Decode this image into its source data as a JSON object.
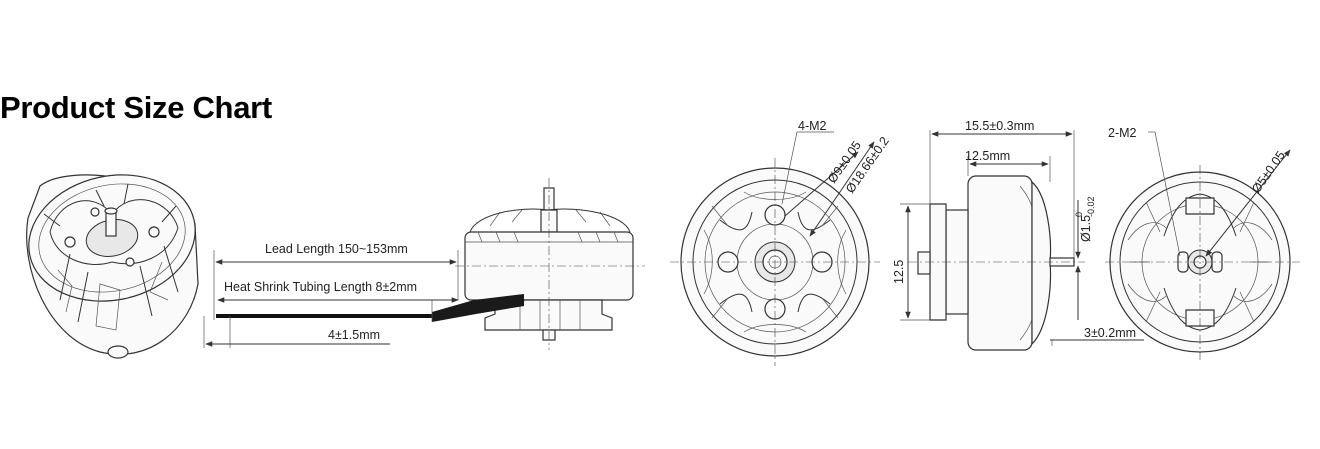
{
  "title": "Product Size Chart",
  "colors": {
    "line": "#333333",
    "text": "#222222",
    "wire": "#111111"
  },
  "labels": {
    "lead_length": "Lead Length 150~153mm",
    "heat_shrink": "Heat Shrink Tubing Length 8±2mm",
    "strip_length": "4±1.5mm",
    "top_holes": "4-M2",
    "dia_small": "Ø9±0.05",
    "dia_large": "Ø18.66±0.2",
    "overall_len": "15.5±0.3mm",
    "body_len": "12.5mm",
    "height": "12.5",
    "shaft_dia_main": "Ø1.5",
    "shaft_dia_sup": "0",
    "shaft_dia_sub": "-0.02",
    "bottom_holes": "2-M2",
    "dia_bottom": "Ø5±0.05",
    "shaft_len": "3±0.2mm"
  }
}
